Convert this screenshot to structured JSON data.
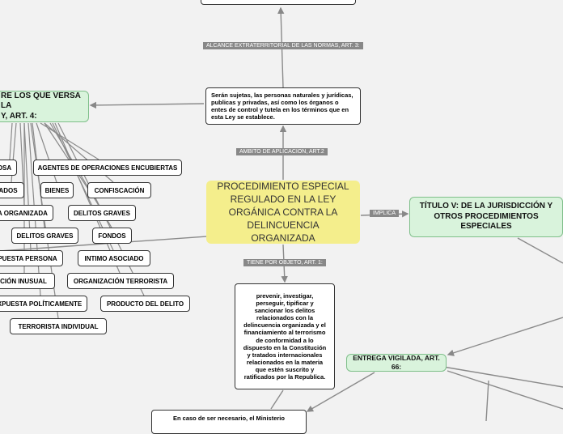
{
  "central": {
    "title": "PROCEDIMIENTO ESPECIAL REGULADO EN LA LEY ORGÁNICA CONTRA LA DELINCUENCIA ORGANIZADA"
  },
  "titulo_v": {
    "label": "TÍTULO V: DE LA JURISDICCIÓN Y OTROS PROCEDIMIENTOS ESPECIALES"
  },
  "entrega": {
    "label": "ENTREGA VIGILADA, ART. 66:"
  },
  "definiciones": {
    "label": "RE LOS QUE VERSA LA\nY, ART. 4:"
  },
  "tags": {
    "alcance": "ALCANCE EXTRATERRITORIAL DE LAS NORMAS, ART. 3:",
    "ambito": "AMBITO DE APLICACION, ART.2",
    "implica": "IMPLICA",
    "objeto": "TIENE POR OBJETO, ART. 1:"
  },
  "sujetos": {
    "text": "Serán sujetas, las personas naturales y jurídicas, publicas y privadas, así como los órganos o entes de control y tutela en los términos que en esta Ley se establece."
  },
  "objeto": {
    "text": "prevenir, investigar, perseguir, tipificar y sancionar los delitos relacionados con la delincuencia organizada y el financiamiento al terrorismo de conformidad a lo dispuesto en la Constitución y tratados internacionales relacionados en la materia que estén suscrito y ratificados por la Republica."
  },
  "ministerio": {
    "text": "En caso de ser necesario, el Ministerio"
  },
  "terms": [
    "OSA",
    "AGENTES DE OPERACIONES ENCUBIERTAS",
    "ADOS",
    "BIENES",
    "CONFISCACIÓN",
    "A ORGANIZADA",
    "DELITOS GRAVES",
    "DELITOS GRAVES",
    "FONDOS",
    "PUESTA PERSONA",
    "INTIMO ASOCIADO",
    "CIÓN INUSUAL",
    "ORGANIZACIÓN TERRORISTA",
    "XPUESTA POLÍTICAMENTE",
    "PRODUCTO DEL DELITO",
    "TERRORISTA INDIVIDUAL"
  ]
}
